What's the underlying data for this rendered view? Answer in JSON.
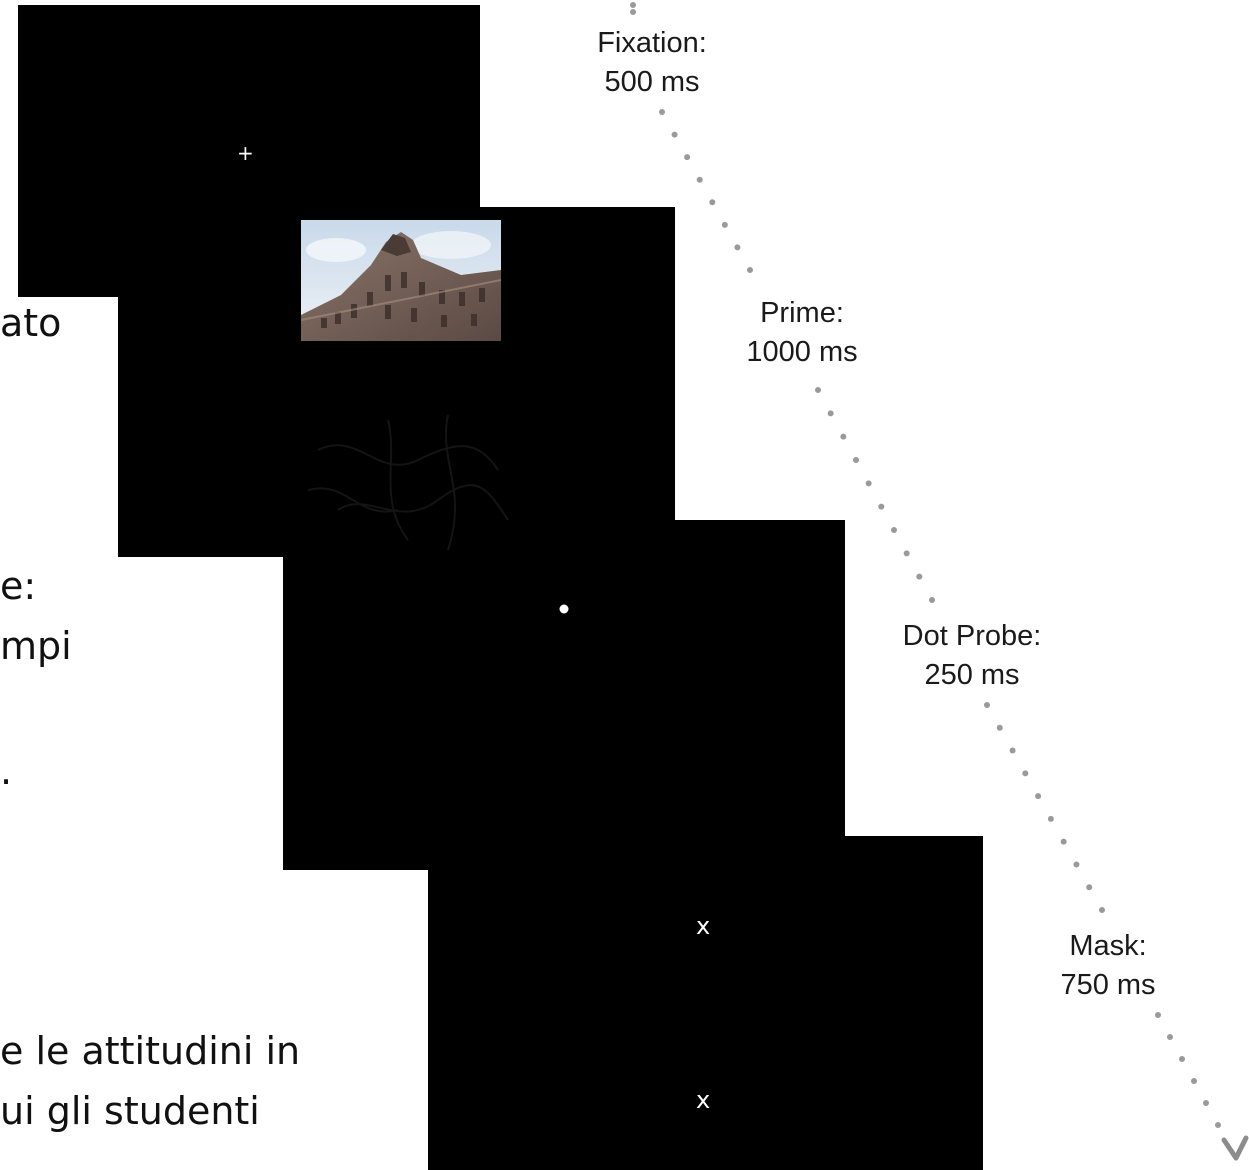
{
  "slide_text_fragments": [
    "ato",
    "e:",
    "mpi",
    ".",
    "e le attitudini in",
    "ui gli studenti"
  ],
  "stages": [
    {
      "name": "Fixation:",
      "duration": "500 ms"
    },
    {
      "name": "Prime:",
      "duration": "1000 ms"
    },
    {
      "name": "Dot Probe:",
      "duration": "250 ms"
    },
    {
      "name": "Mask:",
      "duration": "750 ms"
    }
  ],
  "screen_symbols": {
    "fixation": "+",
    "mask_top": "x",
    "mask_bottom": "x"
  },
  "colors": {
    "screen": "#000000",
    "timeline_dots": "#9a9a9a",
    "arrowhead": "#8c8c8c"
  }
}
